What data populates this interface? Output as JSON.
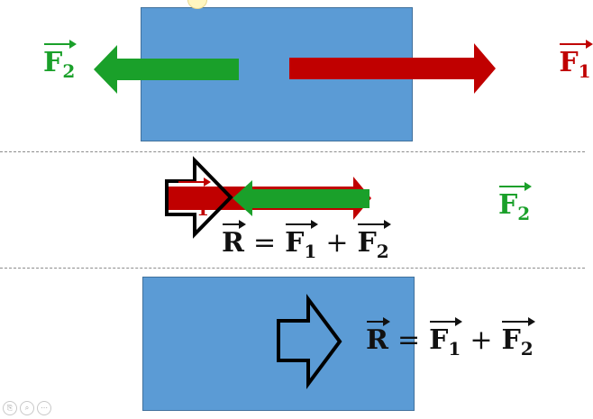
{
  "labels": {
    "f1": {
      "base": "F",
      "sub": "1"
    },
    "f2": {
      "base": "F",
      "sub": "2"
    },
    "r": "R",
    "eq": "=",
    "plus": "+"
  },
  "colors": {
    "block": "#5b9bd5",
    "force1": "#c00000",
    "force2": "#1aa02a",
    "resultant_outline": "#000000"
  },
  "toolbar": {
    "icons": [
      "copy-icon",
      "zoom-icon",
      "more-icon"
    ],
    "glyphs": [
      "⎘",
      "⌕",
      "⋯"
    ]
  }
}
